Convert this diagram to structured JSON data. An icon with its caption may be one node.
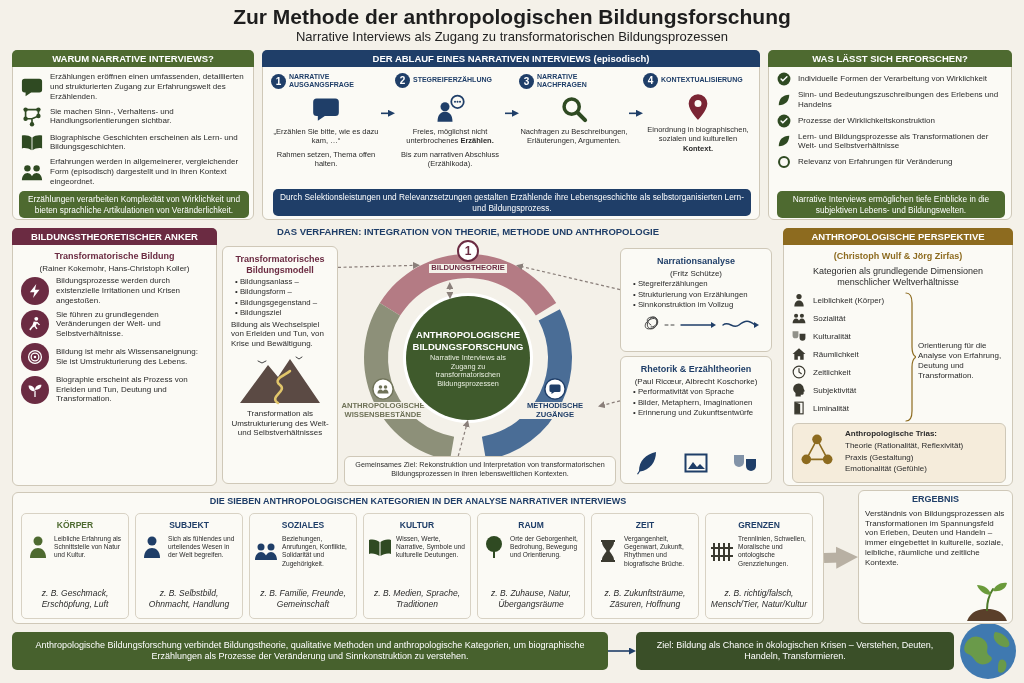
{
  "diagram": {
    "title": "Zur Methode der anthropologischen Bildungsforschung",
    "nodes": [
      {
        "text": [
          "WARUM NARRATIVE INTERVIEWS?",
          "Erzählungen eröffnen einen umfassenden, detaillierten und strukturierten Zugang zur Erfahrungswelt des Erzählenden.",
          "Sie machen Sinn-, Verhaltens- und Handlungsorientierungen sichtbar.",
          "Biographische Geschichten erscheinen als Lern- und Bildungsgeschichten.",
          "Erfahrungen werden in allgemeinerer, vergleichender Form (episodisch) dargestellt und in ihren Kontext eingeordnet."
        ]
      },
      {
        "text": [
          "Erzählungen verarbeiten Komplexität von Wirklichkeit und bieten sprachliche Artikulationen von Veränderlichkeit."
        ],
        "in": 0
      },
      {
        "text": [
          "DER ABLAUF EINES NARRATIVEN INTERVIEWS (episodisch)"
        ]
      },
      {
        "text": [
          "1",
          "NARRATIVE AUSGANGSFRAGE",
          "„Erzählen Sie bitte, wie es dazu kam, …“",
          "Rahmen setzen, Thema offen halten."
        ],
        "in": 2
      },
      {
        "text": [
          "2",
          "STEGREIFERZÄHLUNG",
          "Freies, möglichst nicht unterbrochenes **Erzählen.**",
          "Bis zum narrativen Abschluss (Erzählkoda)."
        ],
        "in": 2
      },
      {
        "text": [
          "3",
          "NARRATIVE NACHFRAGEN",
          "Nachfragen zu Beschreibungen, Erläuterungen, Argumenten."
        ],
        "in": 2
      },
      {
        "text": [
          "4",
          "KONTEXTUALISIERUNG",
          "Einordnung in biographischen, sozialen und kulturellen **Kontext.**"
        ],
        "in": 2
      },
      {
        "text": [
          "Durch Selektionsleistungen und Relevanzsetzungen gestalten Erzählende ihre Lebensgeschichte als selbstorganisierten Lern- und Bildungsprozess."
        ],
        "in": 2
      },
      {
        "text": [
          "WAS LÄSST SICH ERFORSCHEN?",
          "Individuelle Formen der Verarbeitung von Wirklichkeit",
          "Sinn- und Bedeutungszuschreibungen des Erlebens und Handelns",
          "Prozesse der Wirklichkeitskonstruktion",
          "Lern- und Bildungsprozesse als Transformationen der Welt- und Selbstverhältnisse",
          "Relevanz von Erfahrungen für Veränderung"
        ]
      },
      {
        "text": [
          "Narrative Interviews ermöglichen tiefe Einblicke in die subjektiven Lebens- und Bildungswelten."
        ],
        "in": 8
      },
      {
        "text": [
          "BILDUNGSTHEORETISCHER ANKER",
          "Transformatorische Bildung",
          "(Rainer Kokemohr, Hans-Christoph Koller)",
          "Bildungsprozesse werden durch existenzielle Irritationen und Krisen angestoßen.",
          "Sie führen zu grundlegenden Veränderungen der Welt- und Selbstverhältnisse.",
          "Bildung ist mehr als Wissensaneignung: Sie ist Umstrukturierung des Lebens.",
          "Biographie erscheint als Prozess von Erleiden und Tun, Deutung und Transformation."
        ]
      },
      {
        "text": [
          "Transformatorisches Bildungsmodell",
          "• Bildungsanlass –",
          "• Bildungsform –",
          "• Bildungsgegenstand –",
          "• Bildungsziel",
          "Bildung als Wechselspiel von Erleiden und Tun, von Krise und Bewältigung.",
          "Transformation als Umstrukturierung des Welt- und Selbstverhältnisses"
        ]
      },
      {
        "text": [
          "1",
          "BILDUNGSTHEORIE"
        ]
      },
      {
        "text": [
          "ANTHROPOLOGISCHE WISSENSBESTÄNDE"
        ]
      },
      {
        "text": [
          "METHODISCHE ZUGÄNGE"
        ]
      },
      {
        "text": [
          "ANTHROPOLOGISCHE BILDUNGSFORSCHUNG",
          "Narrative Interviews als Zugang zu transformatorischen Bildungsprozessen"
        ]
      },
      {
        "text": [
          "Narrationsanalyse",
          "(Fritz Schütze)",
          "• Stegreiferzählungen",
          "• Strukturierung von Erzählungen",
          "• Sinnkonstruktion im Vollzug"
        ]
      },
      {
        "text": [
          "Rhetorik & Erzähltheorien",
          "(Paul Ricœur, Albrecht Koschorke)",
          "• Performativität von Sprache",
          "• Bilder, Metaphern, Imaginationen",
          "• Erinnerung und Zukunftsentwürfe"
        ]
      },
      {
        "text": [
          "Gemeinsames Ziel: Rekonstruktion und Interpretation von transformatorischen Bildungsprozessen in ihren lebensweltlichen Kontexten."
        ]
      },
      {
        "text": [
          "ANTHROPOLOGISCHE PERSPEKTIVE",
          "(Christoph Wulf & Jörg Zirfas)",
          "Kategorien als grundlegende Dimensionen menschlicher Weltverhältnisse",
          "Leiblichkeit (Körper)",
          "Sozialität",
          "Kulturalität",
          "Räumlichkeit",
          "Zeitlichkeit",
          "Subjektivität",
          "Liminalität",
          "Orientierung für die Analyse von Erfahrung, Deutung und Transformation."
        ]
      },
      {
        "text": [
          "Anthropologische Trias:",
          "Theorie (Rationalität, Reflexivität)",
          "Praxis (Gestaltung)",
          "Emotionalität (Gefühle)"
        ],
        "in": 19
      },
      {
        "text": [
          "DIE SIEBEN ANTHROPOLOGISCHEN KATEGORIEN IN DER ANALYSE NARRATIVER INTERVIEWS"
        ]
      },
      {
        "text": [
          "KÖRPER",
          "Leibliche Erfahrung als Schnittstelle von Natur und Kultur.",
          "z. B. Geschmack, Erschöpfung, Luft"
        ],
        "in": 21
      },
      {
        "text": [
          "SUBJEKT",
          "Sich als fühlendes und urteilendes Wesen in der Welt begreifen.",
          "z. B. Selbstbild, Ohnmacht, Handlung"
        ],
        "in": 21
      },
      {
        "text": [
          "SOZIALES",
          "Beziehungen, Anrufungen, Konflikte, Solidarität und Zugehörigkeit.",
          "z. B. Familie, Freunde, Gemeinschaft"
        ],
        "in": 21
      },
      {
        "text": [
          "KULTUR",
          "Wissen, Werte, Narrative, Symbole und kulturelle Deutungen.",
          "z. B. Medien, Sprache, Traditionen"
        ],
        "in": 21
      },
      {
        "text": [
          "RAUM",
          "Orte der Geborgenheit, Bedrohung, Bewegung und Orientierung.",
          "z. B. Zuhause, Natur, Übergangsräume"
        ],
        "in": 21
      },
      {
        "text": [
          "ZEIT",
          "Vergangenheit, Gegenwart, Zukunft, Rhythmen und biografische Brüche.",
          "z. B. Zukunftsträume, Zäsuren, Hoffnung"
        ],
        "in": 21
      },
      {
        "text": [
          "GRENZEN",
          "Trennlinien, Schwellen, Moralische und ontologische Grenzziehungen.",
          "z. B. richtig/falsch, Mensch/Tier, Natur/Kultur"
        ],
        "in": 21
      },
      {
        "text": [
          "ERGEBNIS",
          "Verständnis von Bildungsprozessen als Transformationen im Spannungsfeld von Erleben, Deuten und Handeln – immer eingebettet in kulturelle, soziale, leibliche, räumliche und zeitliche Kontexte."
        ]
      },
      {
        "text": [
          "Anthropologische Bildungsforschung verbindet Bildungstheorie, qualitative Methoden und anthropologische Kategorien, um biographische Erzählungen als Prozesse der Veränderung und Sinnkonstruktion zu verstehen."
        ]
      },
      {
        "text": [
          "Ziel: Bildung als Chance in ökologischen Krisen – Verstehen, Deuten, Handeln, Transformieren."
        ]
      }
    ],
    "edges": [
      {
        "from": 3,
        "to": 4,
        "arrow": "to",
        "color": "#1f3e68"
      },
      {
        "from": 4,
        "to": 5,
        "arrow": "to",
        "color": "#1f3e68"
      },
      {
        "from": 5,
        "to": 6,
        "arrow": "to",
        "color": "#1f3e68"
      },
      {
        "from": 11,
        "to": 12,
        "arrow": "to",
        "style": "dashed"
      },
      {
        "from": 16,
        "to": 12,
        "arrow": "to",
        "style": "dashed"
      },
      {
        "from": 17,
        "to": 14,
        "arrow": "to",
        "style": "dashed"
      },
      {
        "from": 12,
        "to": 15,
        "arrow": "both",
        "style": "dashed"
      },
      {
        "from": 18,
        "to": 15,
        "arrow": "to",
        "style": "dashed"
      },
      {
        "from": 21,
        "to": 29,
        "arrow": "to",
        "style": "thick",
        "color": "#b8b0a3"
      },
      {
        "from": 30,
        "to": 31,
        "arrow": "to",
        "color": "#1f3e68"
      }
    ],
    "labels": [
      "Narrative Interviews als Zugang zu transformatorischen Bildungsprozessen",
      "DAS VERFAHREN: INTEGRATION VON THEORIE, METHODE UND ANTHROPOLOGIE"
    ]
  }
}
